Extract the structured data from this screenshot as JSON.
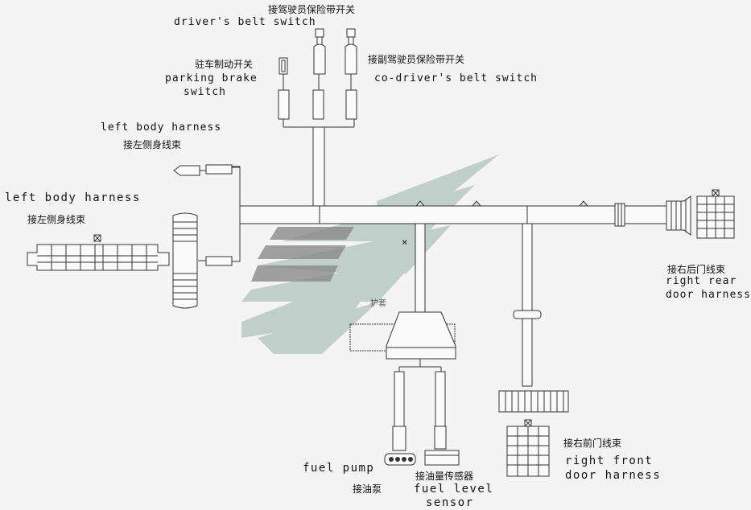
{
  "labels": {
    "driver_belt_zh": "接驾驶员保险带开关",
    "driver_belt_en": "driver's belt switch",
    "co_driver_belt_zh": "接副驾驶员保险带开关",
    "co_driver_belt_en": "co-driver's belt switch",
    "parking_brake_zh": "驻车制动开关",
    "parking_brake_en_1": "parking brake",
    "parking_brake_en_2": "switch",
    "left_body_top_en": "left body harness",
    "left_body_top_zh": "接左侧身线束",
    "left_body_main_en": "left body harness",
    "left_body_main_zh": "接左侧身线束",
    "right_rear_zh": "接右后门线束",
    "right_rear_en_1": "right rear",
    "right_rear_en_2": "door harness",
    "right_front_zh": "接右前门线束",
    "right_front_en_1": "right front",
    "right_front_en_2": "door harness",
    "fuel_pump_en": "fuel pump",
    "fuel_pump_zh": "接油泵",
    "fuel_level_zh": "接油量传感器",
    "fuel_level_en_1": "fuel level",
    "fuel_level_en_2": "sensor",
    "sleeve_zh": "护套"
  },
  "colors": {
    "background": "#f4f4f4",
    "line": "#333333",
    "watermark": "#b9c9c3"
  }
}
